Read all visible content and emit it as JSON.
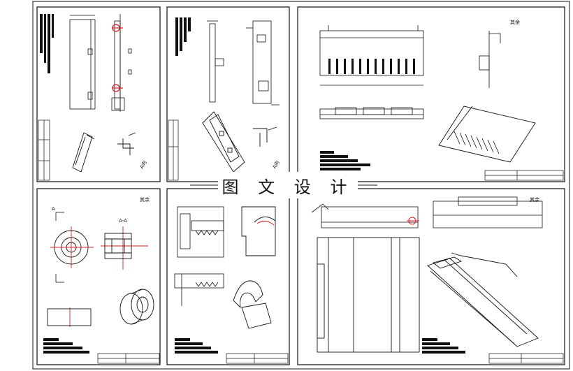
{
  "watermark": {
    "text": "图 文 设 计"
  },
  "sheets": [
    {
      "id": "sheet-1",
      "annotation": "A向",
      "section_label": ""
    },
    {
      "id": "sheet-2",
      "annotation": "A向",
      "section_label": ""
    },
    {
      "id": "sheet-3",
      "annotation": "其余",
      "section_label": ""
    },
    {
      "id": "sheet-4",
      "annotation": "其余",
      "section_label": "A-A",
      "arrow_label": "A"
    },
    {
      "id": "sheet-5",
      "annotation": "",
      "section_label": ""
    },
    {
      "id": "sheet-6",
      "annotation": "其余",
      "section_label": ""
    }
  ],
  "colors": {
    "line": "#111111",
    "accent": "#d41f1f",
    "background": "#ffffff"
  }
}
